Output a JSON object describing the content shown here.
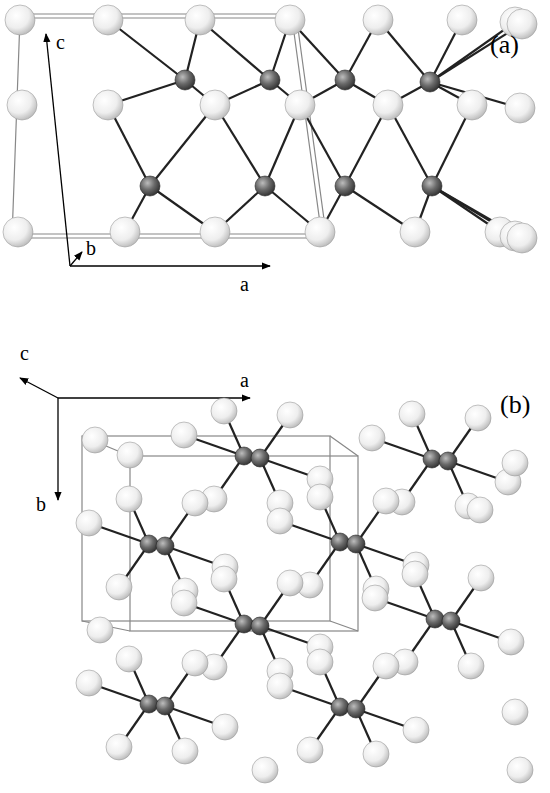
{
  "diagram": {
    "labels": [
      "c",
      "b",
      "a",
      "(a)",
      "c",
      "a",
      "(b)",
      "b"
    ]
  }
}
